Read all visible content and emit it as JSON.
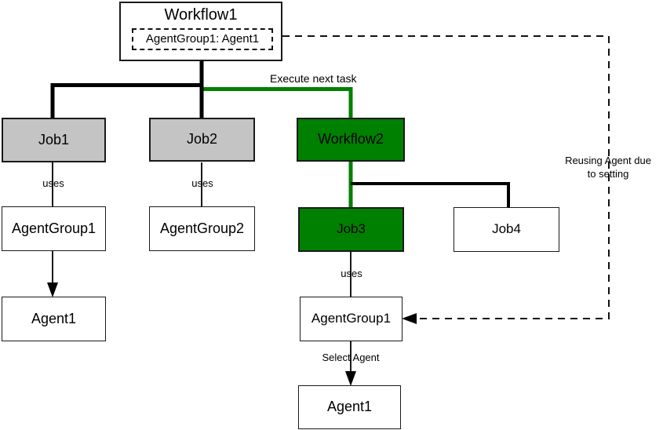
{
  "diagram": {
    "title_node": {
      "name": "Workflow1",
      "inner": "AgentGroup1: Agent1"
    },
    "nodes": [
      {
        "id": "job1",
        "label": "Job1",
        "fill": "#c4c4c4",
        "border": "thick"
      },
      {
        "id": "job2",
        "label": "Job2",
        "fill": "#c4c4c4",
        "border": "thick"
      },
      {
        "id": "workflow2",
        "label": "Workflow2",
        "fill": "#008000",
        "border": "thick"
      },
      {
        "id": "agentgroup1",
        "label": "AgentGroup1",
        "fill": "#ffffff",
        "border": "thin"
      },
      {
        "id": "agentgroup2",
        "label": "AgentGroup2",
        "fill": "#ffffff",
        "border": "thin"
      },
      {
        "id": "job3",
        "label": "Job3",
        "fill": "#008000",
        "border": "thick"
      },
      {
        "id": "job4",
        "label": "Job4",
        "fill": "#ffffff",
        "border": "thin"
      },
      {
        "id": "agent1_left",
        "label": "Agent1",
        "fill": "#ffffff",
        "border": "thin"
      },
      {
        "id": "agentgroup1_b",
        "label": "AgentGroup1",
        "fill": "#ffffff",
        "border": "thin"
      },
      {
        "id": "agent1_bottom",
        "label": "Agent1",
        "fill": "#ffffff",
        "border": "thin"
      }
    ],
    "edge_labels": {
      "execute_next_task": "Execute next task",
      "uses_1": "uses",
      "uses_2": "uses",
      "uses_3": "uses",
      "select_agent": "Select Agent",
      "reusing_agent": "Reusing Agent due\nto setting",
      "reusing_agent_line1": "Reusing Agent due",
      "reusing_agent_line2": "to setting"
    },
    "colors": {
      "green": "#008000",
      "gray": "#c4c4c4",
      "white": "#ffffff",
      "stroke": "#1a1a1a",
      "text": "#000000"
    }
  }
}
